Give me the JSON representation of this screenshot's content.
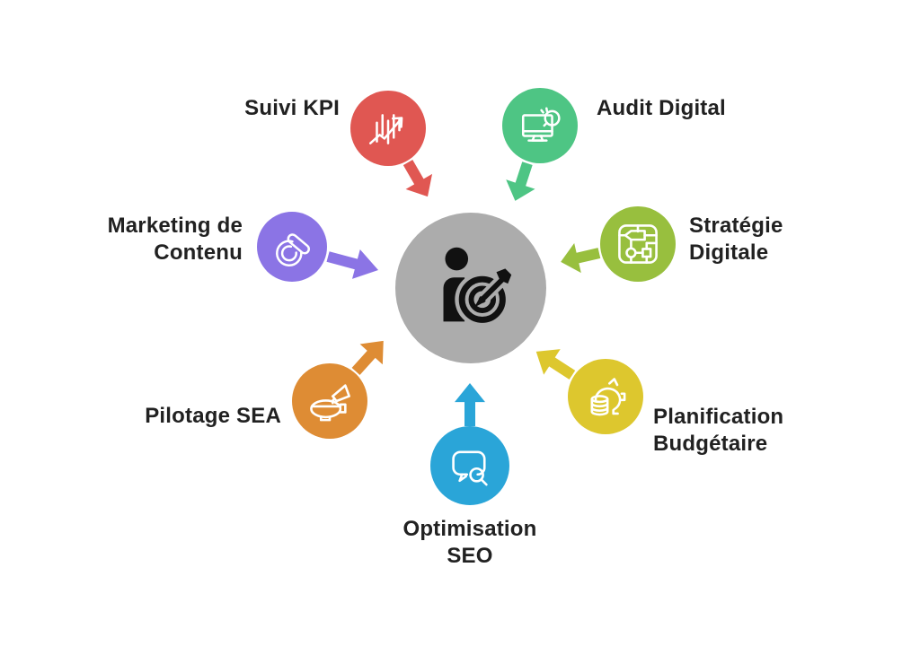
{
  "background": "#ffffff",
  "text_color": "#212121",
  "icon_stroke": "#ffffff",
  "center": {
    "id": "central-hub",
    "color": "#acacac",
    "icon": "person-target",
    "icon_fill": "#111111"
  },
  "nodes": [
    {
      "id": "suivi-kpi",
      "lines": [
        "Suivi KPI",
        ""
      ],
      "label": "Suivi KPI",
      "color": "#e05752",
      "icon": "kpi-chart"
    },
    {
      "id": "audit-digital",
      "lines": [
        "Audit Digital",
        ""
      ],
      "label": "Audit Digital",
      "color": "#4ec584",
      "icon": "monitor-search"
    },
    {
      "id": "strategie-digitale",
      "lines": [
        "Stratégie",
        "Digitale"
      ],
      "label": "Stratégie Digitale",
      "color": "#98bf3e",
      "icon": "strategy-map"
    },
    {
      "id": "planification-budgetaire",
      "lines": [
        "Planification",
        "Budgétaire"
      ],
      "label": "Planification Budgétaire",
      "color": "#ddc72e",
      "icon": "piggy-bank-coins"
    },
    {
      "id": "optimisation-seo",
      "lines": [
        "Optimisation",
        "SEO"
      ],
      "label": "Optimisation SEO",
      "color": "#2aa5d8",
      "icon": "chat-search"
    },
    {
      "id": "pilotage-sea",
      "lines": [
        "Pilotage SEA",
        ""
      ],
      "label": "Pilotage SEA",
      "color": "#de8c34",
      "icon": "blimp-megaphone"
    },
    {
      "id": "marketing-contenu",
      "lines": [
        "Marketing de",
        "Contenu"
      ],
      "label": "Marketing de Contenu",
      "color": "#8b74e5",
      "icon": "pen-target"
    }
  ]
}
